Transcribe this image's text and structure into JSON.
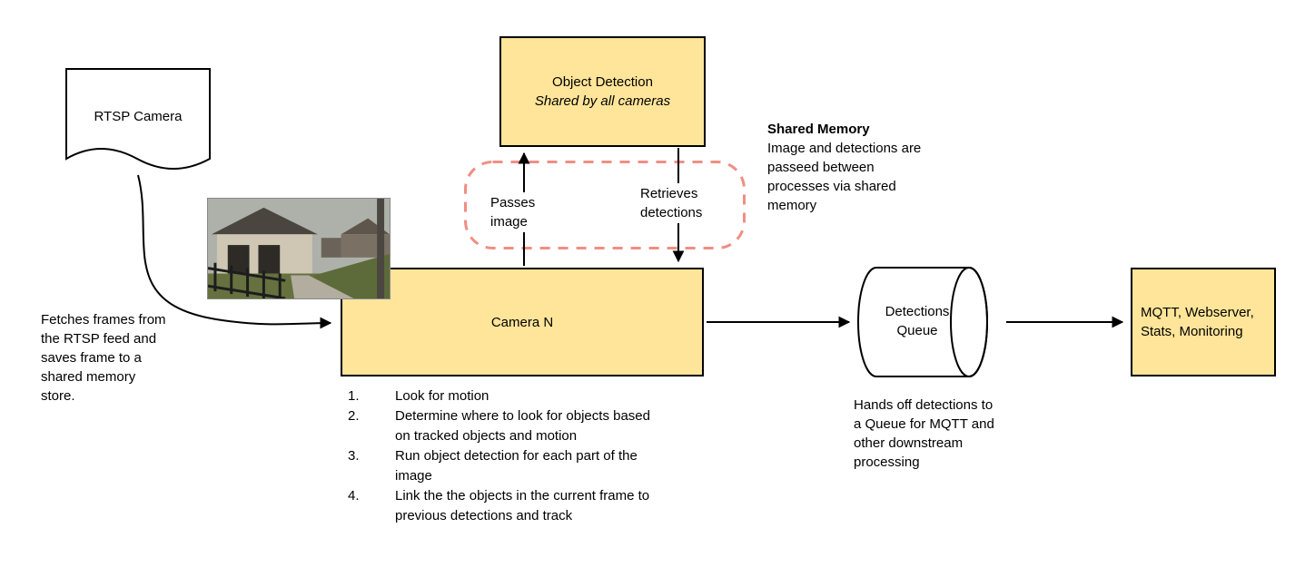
{
  "nodes": {
    "rtsp_camera": {
      "label": "RTSP Camera"
    },
    "object_detection": {
      "title": "Object Detection",
      "subtitle": "Shared by all cameras"
    },
    "camera_n": {
      "label": "Camera N"
    },
    "detections_queue": {
      "label": "Detections Queue"
    },
    "outputs": {
      "label": "MQTT, Webserver, Stats, Monitoring"
    }
  },
  "edge_labels": {
    "passes_image": "Passes image",
    "retrieves_detections": "Retrieves detections"
  },
  "notes": {
    "shared_memory_title": "Shared Memory",
    "shared_memory_body": "Image and detections are passeed between processes via shared memory",
    "fetches_frames": "Fetches frames from the RTSP feed and saves frame to a shared memory store.",
    "hands_off": "Hands off detections to a Queue for MQTT and other downstream processing"
  },
  "camera_steps": [
    {
      "num": "1.",
      "text": "Look for motion"
    },
    {
      "num": "2.",
      "text": "Determine where to look for objects based on tracked objects and motion"
    },
    {
      "num": "3.",
      "text": "Run object detection for each part of the image"
    },
    {
      "num": "4.",
      "text": "Link the the objects in the current frame to previous detections and track"
    }
  ],
  "colors": {
    "node_fill": "#ffe599",
    "node_border": "#000000",
    "shared_memory_outline": "#f08e83",
    "arrow": "#000000"
  }
}
